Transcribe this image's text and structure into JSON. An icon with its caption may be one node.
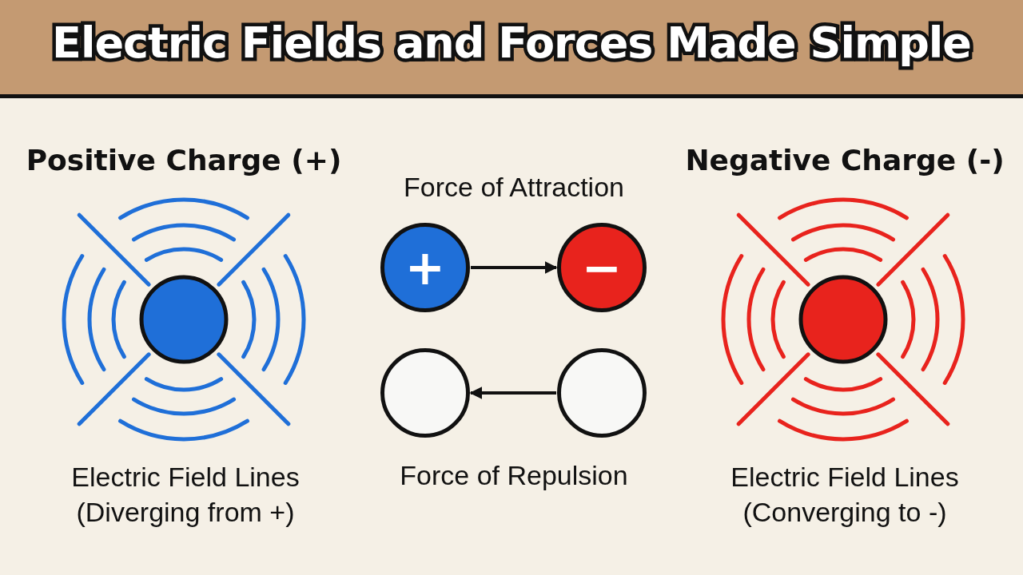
{
  "diagram": {
    "title": "Electric Fields and Forces Made Simple",
    "nodes": [
      {
        "text": [
          "+"
        ]
      },
      {
        "text": [
          "−"
        ]
      },
      {
        "text": [],
        "shape": "circle"
      },
      {
        "text": [],
        "shape": "circle"
      }
    ],
    "edges": [
      {
        "from": 0,
        "to": 1,
        "arrow": "to"
      },
      {
        "from": 3,
        "to": 2,
        "arrow": "to"
      }
    ],
    "labels": [
      "Positive Charge (+)",
      "Force of Attraction",
      "Negative Charge (-)",
      "Electric Field Lines (Diverging from +)",
      "Force of Repulsion",
      "Electric Field Lines (Converging to -)"
    ]
  }
}
